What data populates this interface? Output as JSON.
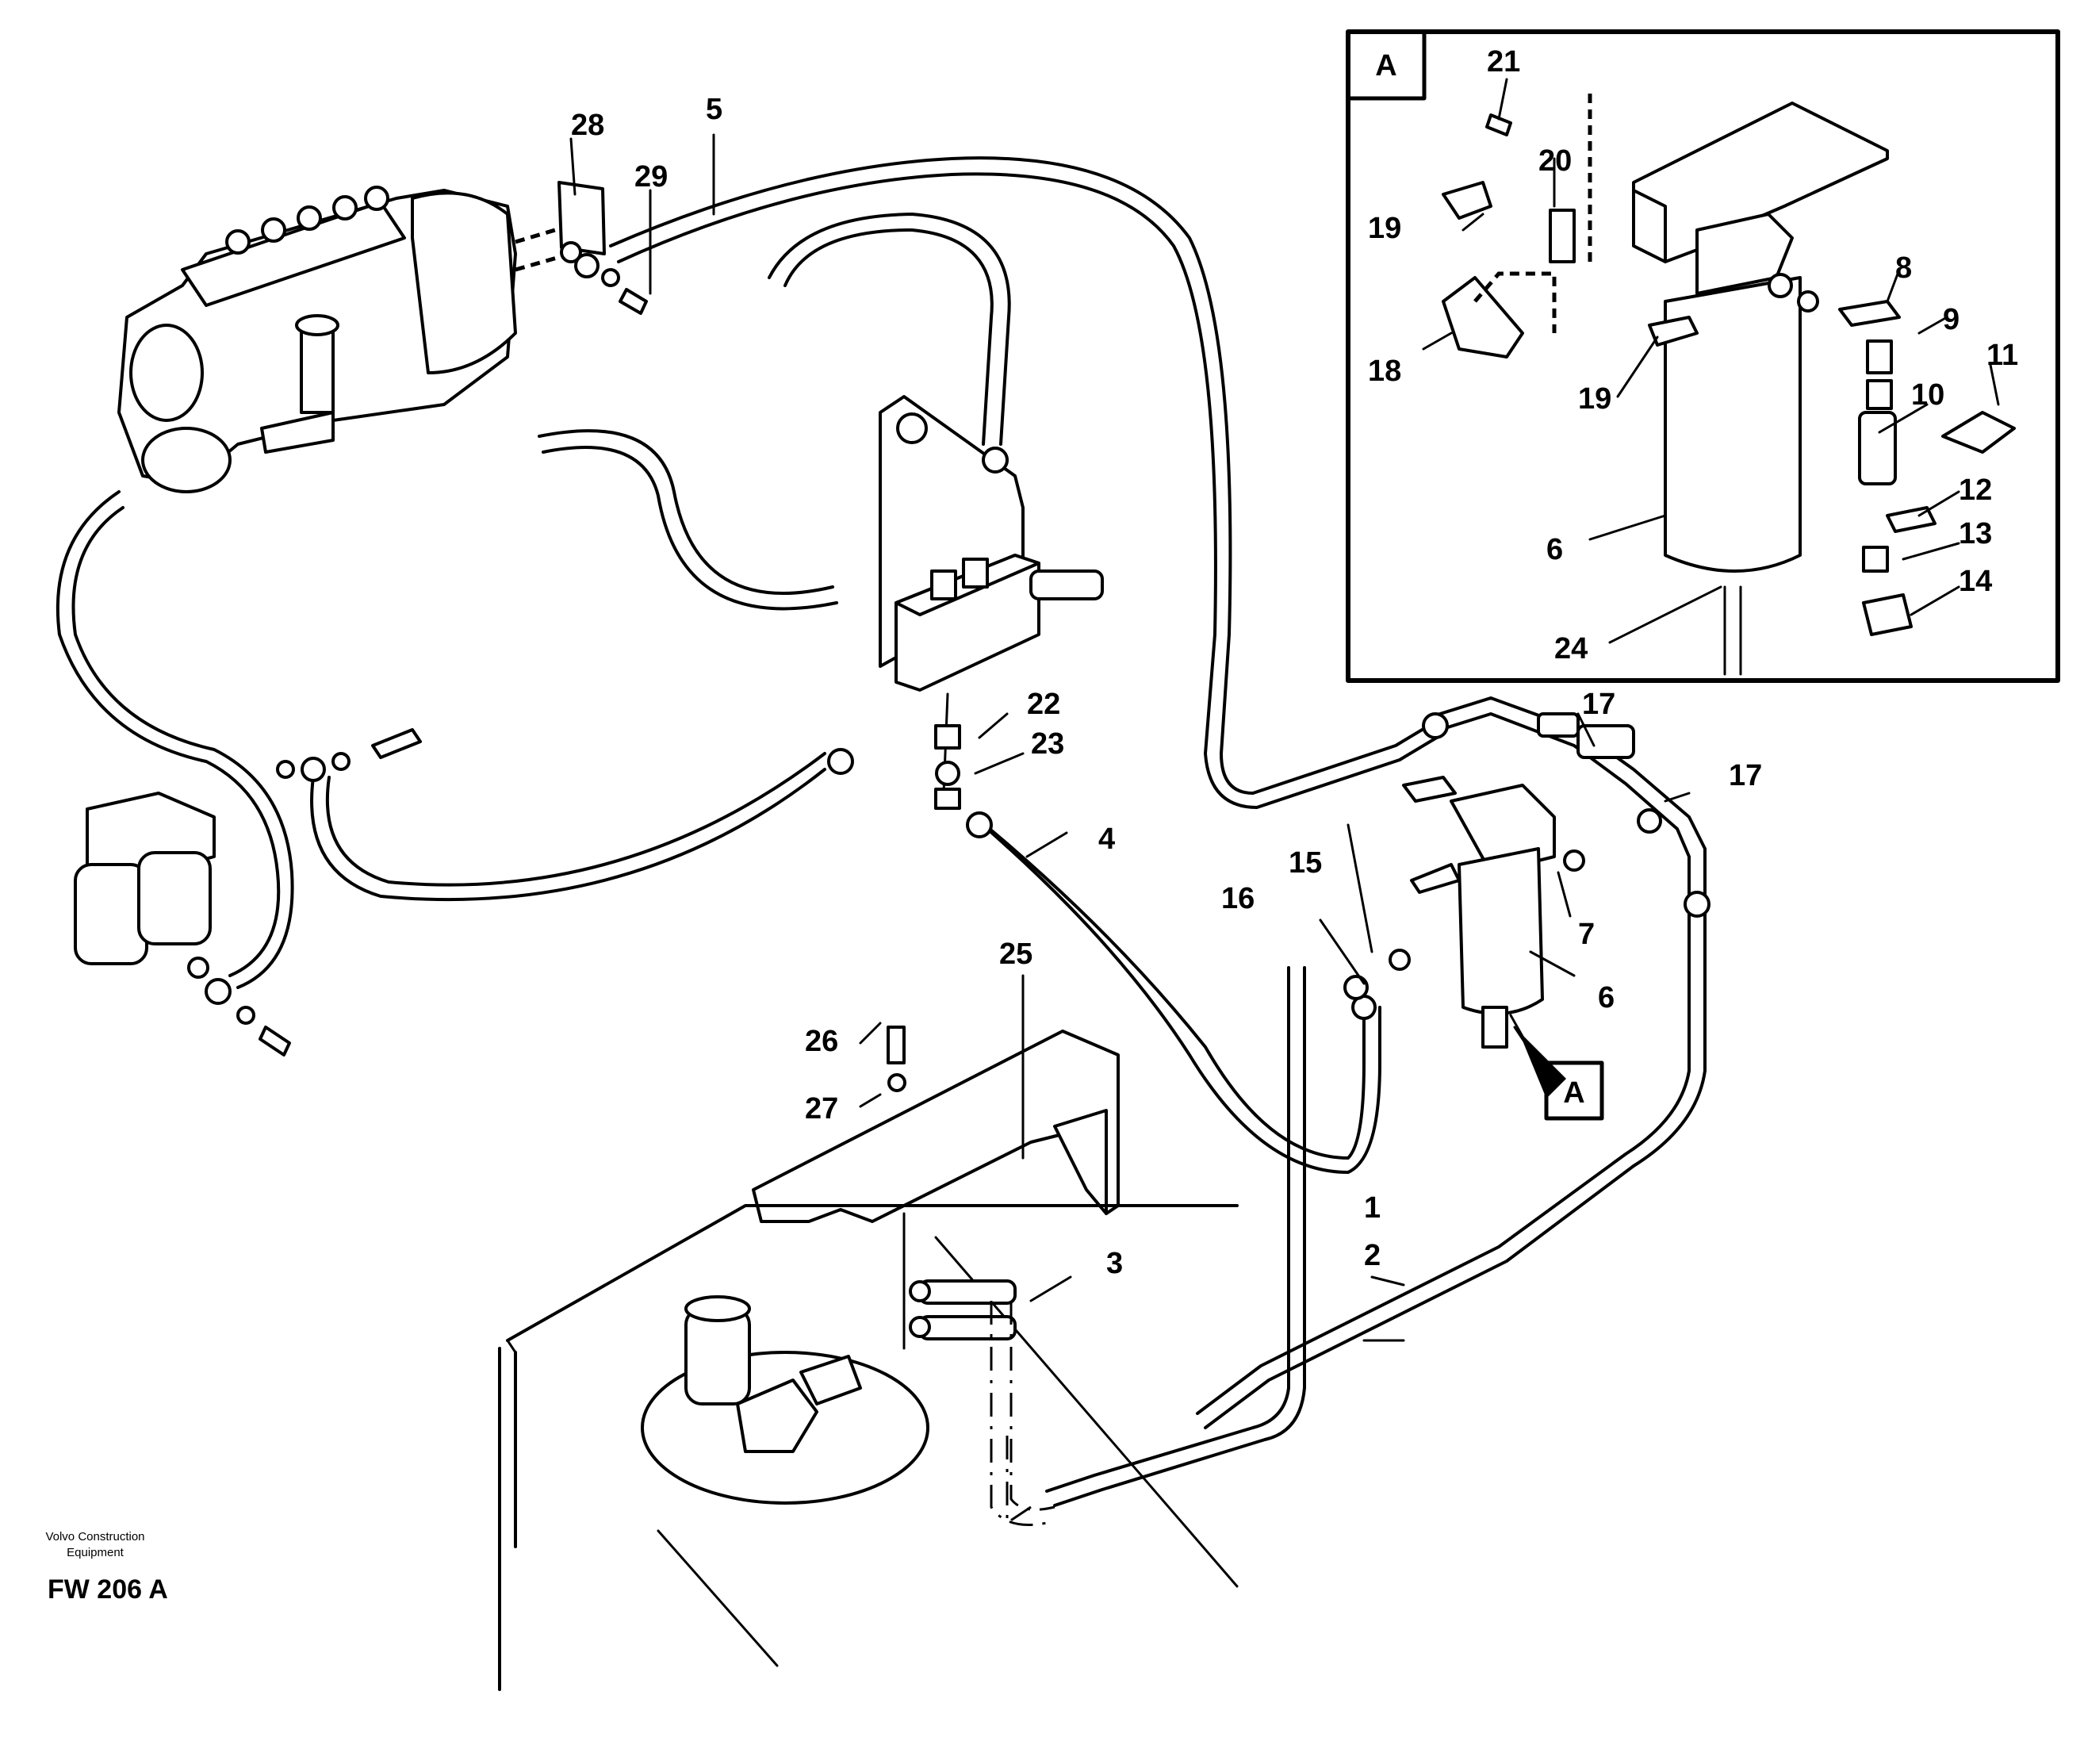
{
  "diagram": {
    "callouts": [
      {
        "id": "c1",
        "text": "1"
      },
      {
        "id": "c2",
        "text": "2"
      },
      {
        "id": "c3",
        "text": "3"
      },
      {
        "id": "c4",
        "text": "4"
      },
      {
        "id": "c5",
        "text": "5"
      },
      {
        "id": "c6a",
        "text": "6"
      },
      {
        "id": "c6b",
        "text": "6"
      },
      {
        "id": "c7",
        "text": "7"
      },
      {
        "id": "c8",
        "text": "8"
      },
      {
        "id": "c9",
        "text": "9"
      },
      {
        "id": "c10",
        "text": "10"
      },
      {
        "id": "c11",
        "text": "11"
      },
      {
        "id": "c12",
        "text": "12"
      },
      {
        "id": "c13",
        "text": "13"
      },
      {
        "id": "c14",
        "text": "14"
      },
      {
        "id": "c15",
        "text": "15"
      },
      {
        "id": "c16",
        "text": "16"
      },
      {
        "id": "c17a",
        "text": "17"
      },
      {
        "id": "c17b",
        "text": "17"
      },
      {
        "id": "c18",
        "text": "18"
      },
      {
        "id": "c19a",
        "text": "19"
      },
      {
        "id": "c19b",
        "text": "19"
      },
      {
        "id": "c20",
        "text": "20"
      },
      {
        "id": "c21",
        "text": "21"
      },
      {
        "id": "c22",
        "text": "22"
      },
      {
        "id": "c23",
        "text": "23"
      },
      {
        "id": "c24",
        "text": "24"
      },
      {
        "id": "c25",
        "text": "25"
      },
      {
        "id": "c26",
        "text": "26"
      },
      {
        "id": "c27",
        "text": "27"
      },
      {
        "id": "c28",
        "text": "28"
      },
      {
        "id": "c29",
        "text": "29"
      }
    ],
    "detail_view_label": "A",
    "detail_pointer_label": "A",
    "brand_line1": "Volvo Construction",
    "brand_line2": "Equipment",
    "figure_code": "FW 206 A"
  }
}
